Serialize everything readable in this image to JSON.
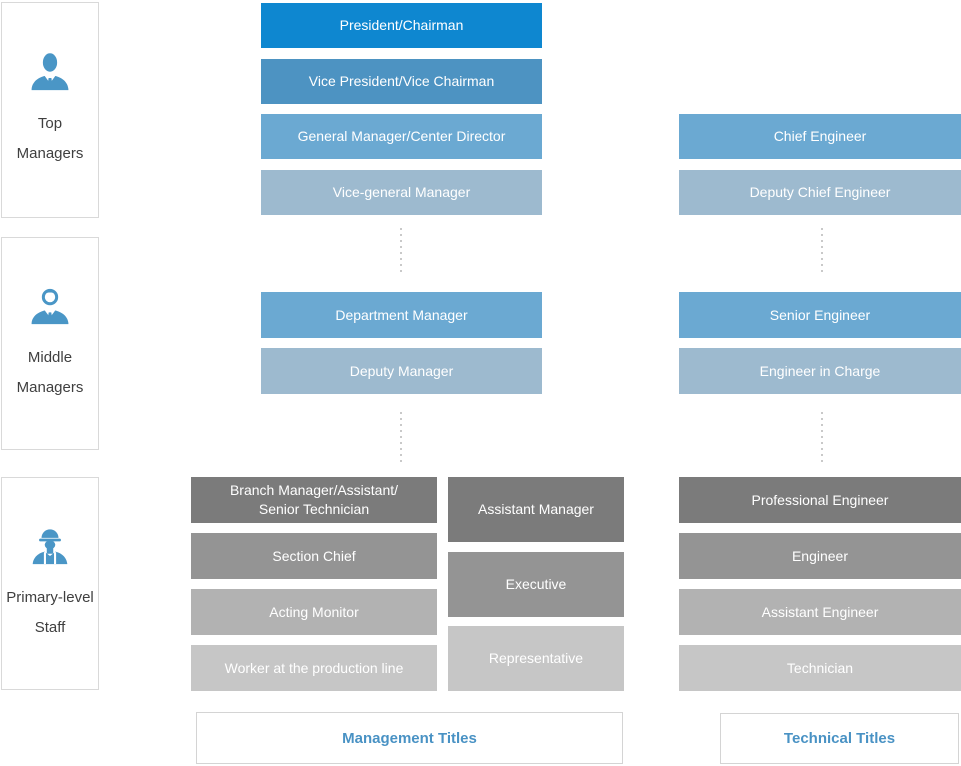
{
  "groups": [
    {
      "label": "Top\nManagers",
      "icon": "businessman-icon"
    },
    {
      "label": "Middle\nManagers",
      "icon": "manager-icon"
    },
    {
      "label": "Primary-level\nStaff",
      "icon": "worker-icon"
    }
  ],
  "management": {
    "top": [
      "President/Chairman",
      "Vice President/Vice Chairman",
      "General Manager/Center Director",
      "Vice-general Manager"
    ],
    "middle": [
      "Department Manager",
      "Deputy Manager"
    ],
    "lower_left": [
      "Branch Manager/Assistant/\nSenior Technician",
      "Section Chief",
      "Acting Monitor",
      "Worker at the production line"
    ],
    "lower_right": [
      "Assistant Manager",
      "Executive",
      "Representative"
    ],
    "footer": "Management Titles"
  },
  "technical": {
    "top": [
      "Chief Engineer",
      "Deputy Chief Engineer"
    ],
    "middle": [
      "Senior Engineer",
      "Engineer in Charge"
    ],
    "lower": [
      "Professional Engineer",
      "Engineer",
      "Assistant Engineer",
      "Technician"
    ],
    "footer": "Technical Titles"
  },
  "colors": {
    "accent_blue": "#0e87d0",
    "steel_blue": "#4d93c2",
    "medium_blue": "#6ba9d2",
    "pale_blue": "#9dbacf",
    "dark_gray": "#7b7b7b",
    "medium_gray": "#949494",
    "light_gray": "#b2b2b2",
    "pale_gray": "#c6c6c6",
    "icon_blue": "#4a96c6",
    "footer_text_blue": "#4992c4",
    "label_text": "#3f3f3f"
  }
}
